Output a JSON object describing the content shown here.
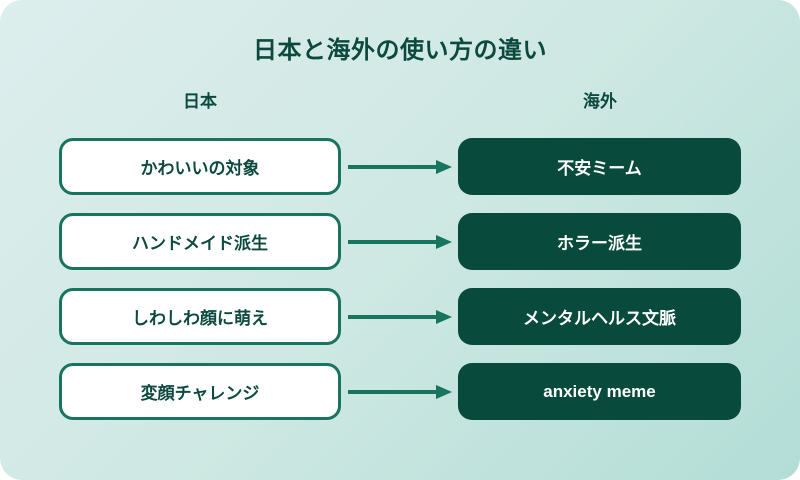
{
  "title": "日本と海外の使い方の違い",
  "columns": {
    "left": "日本",
    "right": "海外"
  },
  "rows": [
    {
      "japan": "かわいいの対象",
      "overseas": "不安ミーム"
    },
    {
      "japan": "ハンドメイド派生",
      "overseas": "ホラー派生"
    },
    {
      "japan": "しわしわ顔に萌え",
      "overseas": "メンタルヘルス文脈"
    },
    {
      "japan": "変顔チャレンジ",
      "overseas": "anxiety meme"
    }
  ],
  "colors": {
    "dark_box": "#084a3c",
    "border_and_arrow": "#17745e",
    "title_text": "#0c4a3f",
    "bg_gradient_start": "#ddeeed",
    "bg_gradient_end": "#b2ddd6"
  }
}
